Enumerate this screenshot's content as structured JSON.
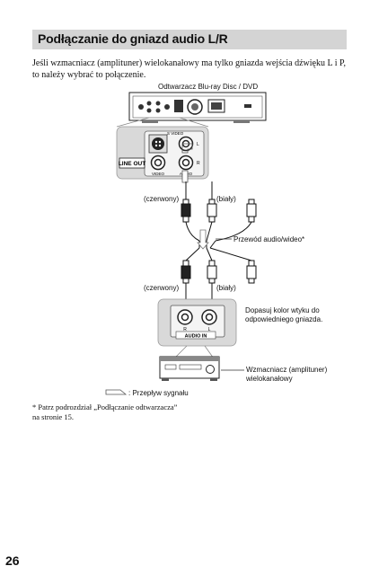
{
  "section": {
    "title": "Podłączanie do gniazd audio L/R"
  },
  "intro": "Jeśli wzmacniacz (amplituner) wielokanałowy ma tylko gniazda wejścia dźwięku L i P, to należy wybrać to połączenie.",
  "diagram": {
    "player_label": "Odtwarzacz Blu-ray Disc / DVD",
    "panel": {
      "line_out": "LINE OUT",
      "s_video": "S VIDEO",
      "video": "VIDEO",
      "audio": "AUDIO",
      "jack_l": "L",
      "jack_r": "R"
    },
    "red_top": "(czerwony)",
    "white_top": "(biały)",
    "cable_label": "Przewód audio/wideo*",
    "red_bottom": "(czerwony)",
    "white_bottom": "(biały)",
    "match_note": "Dopasuj kolor wtyku do odpowiedniego gniazda.",
    "audio_in": {
      "title": "AUDIO IN",
      "jack_r": "R",
      "jack_l": "L"
    },
    "amp_label": "Wzmacniacz (amplituner) wielokanałowy",
    "signal_legend": ": Przepływ sygnału"
  },
  "footnote": "* Patrz podrozdział „Podłączanie odtwarzacza” na stronie 15.",
  "page_number": "26"
}
